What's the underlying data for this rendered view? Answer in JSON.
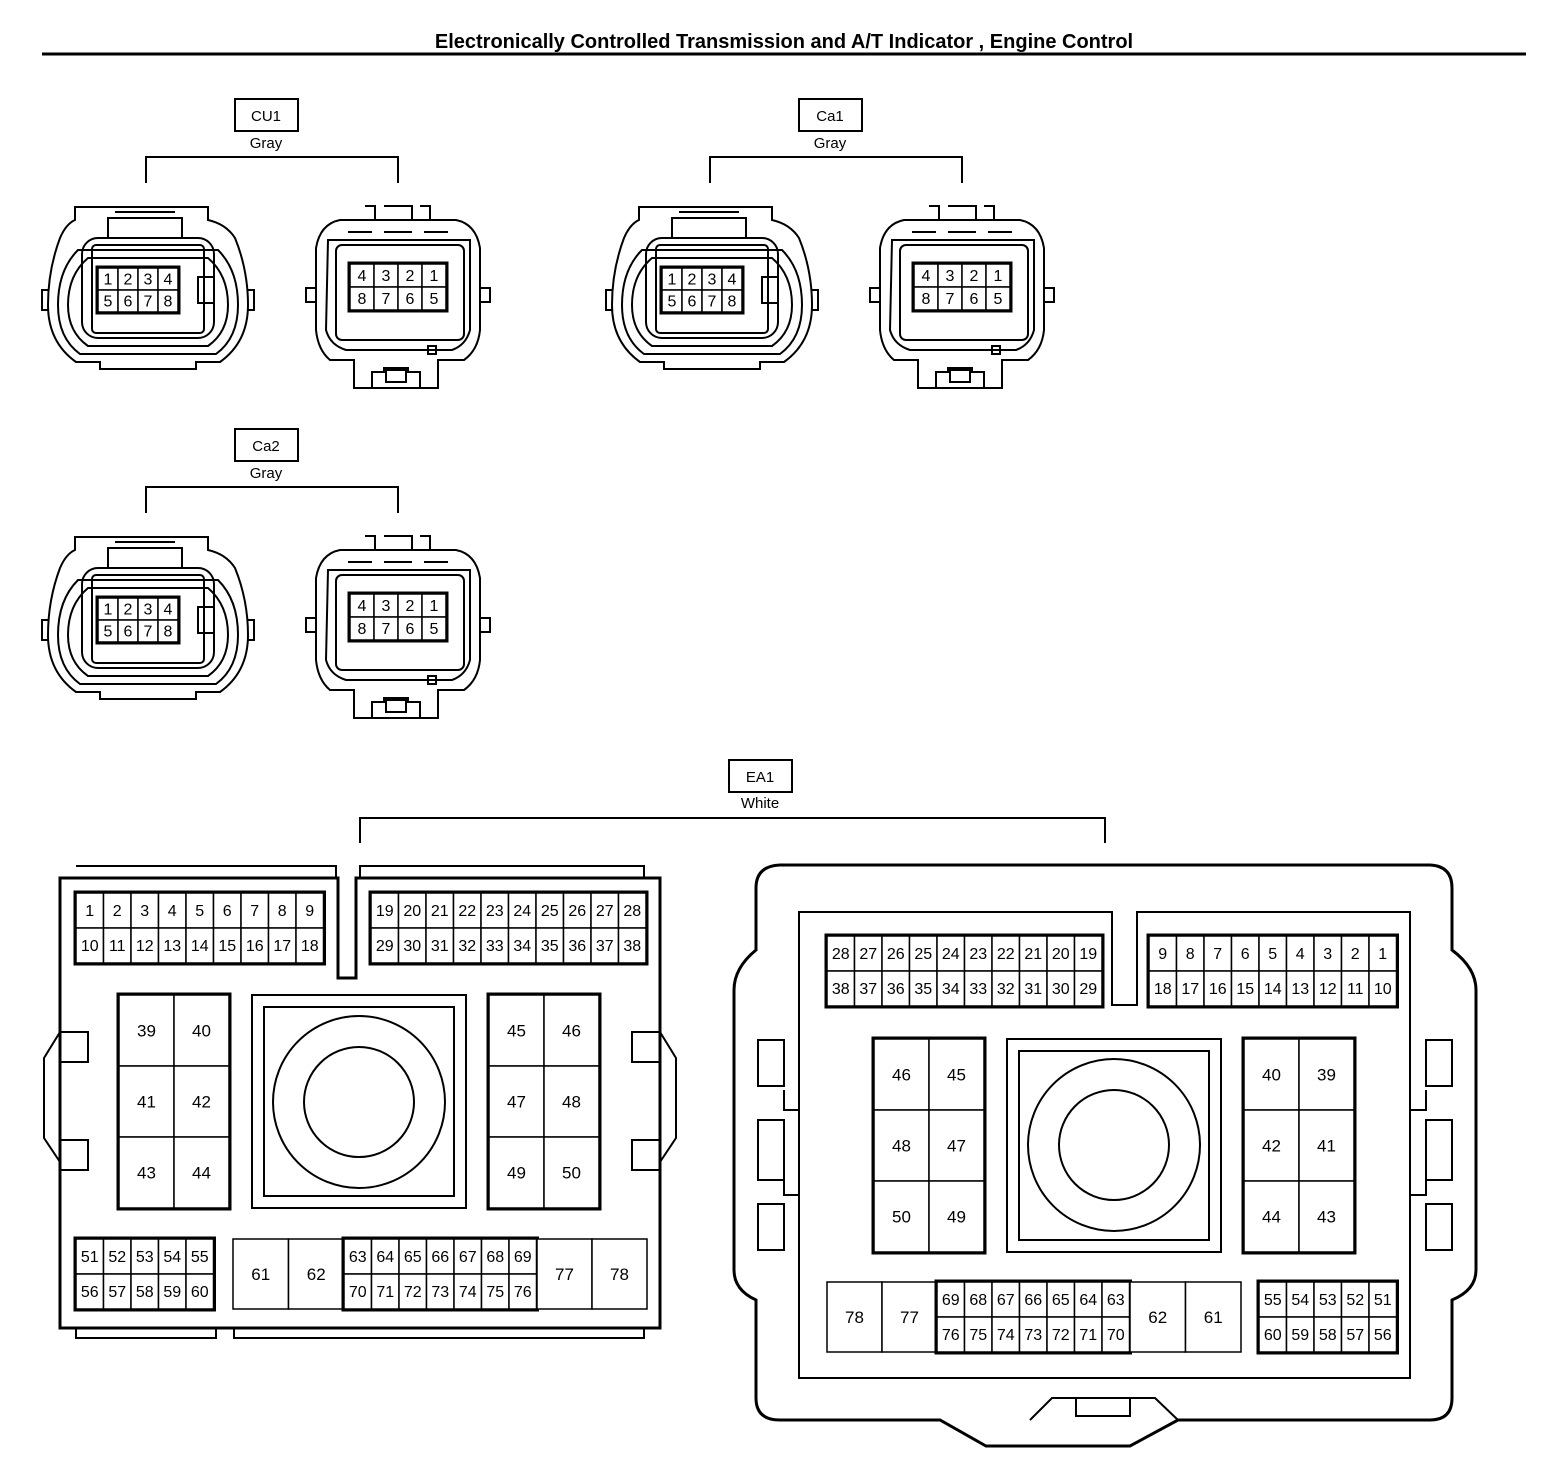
{
  "title": "Electronically Controlled Transmission and A/T Indicator , Engine Control",
  "connectors": [
    {
      "id": "CU1",
      "color": "Gray",
      "female_rows": [
        [
          "1",
          "2",
          "3",
          "4"
        ],
        [
          "5",
          "6",
          "7",
          "8"
        ]
      ],
      "male_rows": [
        [
          "4",
          "3",
          "2",
          "1"
        ],
        [
          "8",
          "7",
          "6",
          "5"
        ]
      ]
    },
    {
      "id": "Ca1",
      "color": "Gray",
      "female_rows": [
        [
          "1",
          "2",
          "3",
          "4"
        ],
        [
          "5",
          "6",
          "7",
          "8"
        ]
      ],
      "male_rows": [
        [
          "4",
          "3",
          "2",
          "1"
        ],
        [
          "8",
          "7",
          "6",
          "5"
        ]
      ]
    },
    {
      "id": "Ca2",
      "color": "Gray",
      "female_rows": [
        [
          "1",
          "2",
          "3",
          "4"
        ],
        [
          "5",
          "6",
          "7",
          "8"
        ]
      ],
      "male_rows": [
        [
          "4",
          "3",
          "2",
          "1"
        ],
        [
          "8",
          "7",
          "6",
          "5"
        ]
      ]
    }
  ],
  "ea1": {
    "id": "EA1",
    "color": "White",
    "left": {
      "top_a": [
        [
          "1",
          "2",
          "3",
          "4",
          "5",
          "6",
          "7",
          "8",
          "9"
        ],
        [
          "10",
          "11",
          "12",
          "13",
          "14",
          "15",
          "16",
          "17",
          "18"
        ]
      ],
      "top_b": [
        [
          "19",
          "20",
          "21",
          "22",
          "23",
          "24",
          "25",
          "26",
          "27",
          "28"
        ],
        [
          "29",
          "30",
          "31",
          "32",
          "33",
          "34",
          "35",
          "36",
          "37",
          "38"
        ]
      ],
      "mid_a": [
        [
          "39",
          "40"
        ],
        [
          "41",
          "42"
        ],
        [
          "43",
          "44"
        ]
      ],
      "mid_b": [
        [
          "45",
          "46"
        ],
        [
          "47",
          "48"
        ],
        [
          "49",
          "50"
        ]
      ],
      "bot_a": [
        [
          "51",
          "52",
          "53",
          "54",
          "55"
        ],
        [
          "56",
          "57",
          "58",
          "59",
          "60"
        ]
      ],
      "bot_big_a": [
        "61",
        "62"
      ],
      "bot_b": [
        [
          "63",
          "64",
          "65",
          "66",
          "67",
          "68",
          "69"
        ],
        [
          "70",
          "71",
          "72",
          "73",
          "74",
          "75",
          "76"
        ]
      ],
      "bot_big_b": [
        "77",
        "78"
      ]
    },
    "right": {
      "top_a": [
        [
          "28",
          "27",
          "26",
          "25",
          "24",
          "23",
          "22",
          "21",
          "20",
          "19"
        ],
        [
          "38",
          "37",
          "36",
          "35",
          "34",
          "33",
          "32",
          "31",
          "30",
          "29"
        ]
      ],
      "top_b": [
        [
          "9",
          "8",
          "7",
          "6",
          "5",
          "4",
          "3",
          "2",
          "1"
        ],
        [
          "18",
          "17",
          "16",
          "15",
          "14",
          "13",
          "12",
          "11",
          "10"
        ]
      ],
      "mid_a": [
        [
          "46",
          "45"
        ],
        [
          "48",
          "47"
        ],
        [
          "50",
          "49"
        ]
      ],
      "mid_b": [
        [
          "40",
          "39"
        ],
        [
          "42",
          "41"
        ],
        [
          "44",
          "43"
        ]
      ],
      "bot_big_a": [
        "78",
        "77"
      ],
      "bot_b": [
        [
          "69",
          "68",
          "67",
          "66",
          "65",
          "64",
          "63"
        ],
        [
          "76",
          "75",
          "74",
          "73",
          "72",
          "71",
          "70"
        ]
      ],
      "bot_big_b": [
        "62",
        "61"
      ],
      "bot_a": [
        [
          "55",
          "54",
          "53",
          "52",
          "51"
        ],
        [
          "60",
          "59",
          "58",
          "57",
          "56"
        ]
      ]
    }
  }
}
